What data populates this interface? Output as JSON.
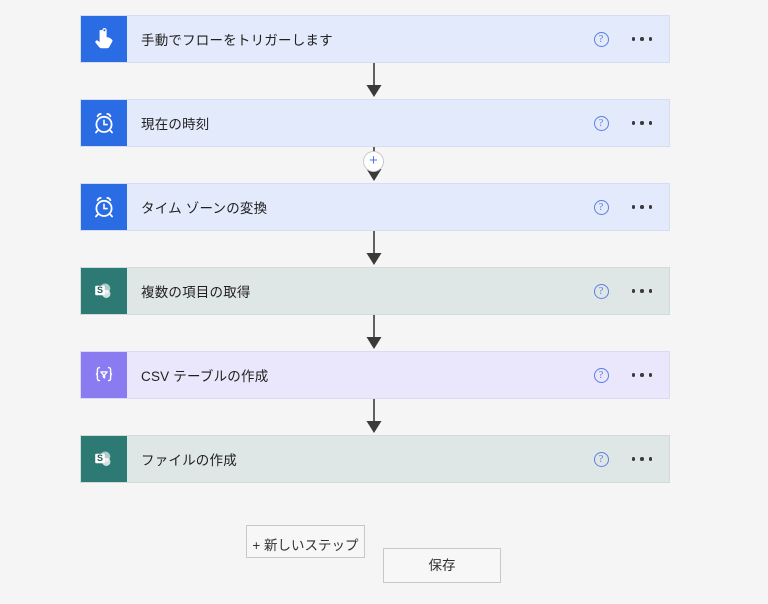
{
  "theme": {
    "page_background": "#f5f5f5",
    "blue_tile": "#2a6ce4",
    "teal_tile": "#2d7a74",
    "purple_tile": "#8a7cf0",
    "blue_card": "#e2eafb",
    "grey_card": "#dfe6e6",
    "lavender_card": "#eae6fb",
    "accent_link": "#5b7fe0",
    "connector": "#3b3a39"
  },
  "flow": {
    "cards": [
      {
        "title": "手動でフローをトリガーします",
        "icon": "tap-hand-icon",
        "icon_tone": "icon-blue",
        "card_tone": "tone-blue",
        "help_label": "?"
      },
      {
        "title": "現在の時刻",
        "icon": "alarm-clock-icon",
        "icon_tone": "icon-blue",
        "card_tone": "tone-blue",
        "help_label": "?"
      },
      {
        "title": "タイム ゾーンの変換",
        "icon": "alarm-clock-icon",
        "icon_tone": "icon-blue",
        "card_tone": "tone-blue",
        "help_label": "?"
      },
      {
        "title": "複数の項目の取得",
        "icon": "sharepoint-icon",
        "icon_tone": "icon-teal",
        "card_tone": "tone-grey",
        "help_label": "?"
      },
      {
        "title": "CSV テーブルの作成",
        "icon": "data-operation-icon",
        "icon_tone": "icon-purple",
        "card_tone": "tone-lavender",
        "help_label": "?"
      },
      {
        "title": "ファイルの作成",
        "icon": "sharepoint-icon",
        "icon_tone": "icon-teal",
        "card_tone": "tone-grey",
        "help_label": "?"
      }
    ],
    "insert_button_label": "+"
  },
  "footer": {
    "new_step_label": "+ 新しいステップ",
    "save_label": "保存"
  }
}
